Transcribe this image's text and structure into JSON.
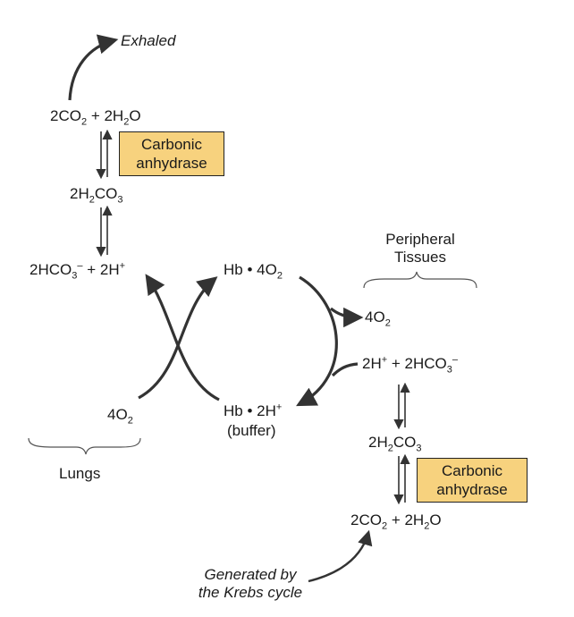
{
  "lung_side": {
    "exhaled": "Exhaled",
    "co2_h2o": {
      "a": "2CO",
      "s1": "2",
      "b": " + 2H",
      "s2": "2",
      "c": "O"
    },
    "enzyme": {
      "line1": "Carbonic",
      "line2": "anhydrase"
    },
    "h2co3": {
      "a": "2H",
      "s1": "2",
      "b": "CO",
      "s2": "3"
    },
    "hco3_h": {
      "a": "2HCO",
      "s1": "3",
      "sup1": "–",
      "b": " + 2H",
      "sup2": "+"
    },
    "o2": {
      "a": "4O",
      "s1": "2"
    },
    "region": "Lungs"
  },
  "hemoglobin": {
    "oxy": {
      "a": "Hb • 4O",
      "s1": "2"
    },
    "protonated": {
      "a": "Hb • 2H",
      "sup1": "+"
    },
    "buffer": "(buffer)"
  },
  "tissue_side": {
    "region_line1": "Peripheral",
    "region_line2": "Tissues",
    "o2": {
      "a": "4O",
      "s1": "2"
    },
    "h_hco3": {
      "a": "2H",
      "sup1": "+",
      "b": " + 2HCO",
      "s1": "3",
      "sup2": "–"
    },
    "h2co3": {
      "a": "2H",
      "s1": "2",
      "b": "CO",
      "s2": "3"
    },
    "enzyme": {
      "line1": "Carbonic",
      "line2": "anhydrase"
    },
    "co2_h2o": {
      "a": "2CO",
      "s1": "2",
      "b": " + 2H",
      "s2": "2",
      "c": "O"
    },
    "source_line1": "Generated by",
    "source_line2": "the Krebs cycle"
  },
  "colors": {
    "enzyme_box": "#f7d27e",
    "ink": "#1a1a1a"
  }
}
